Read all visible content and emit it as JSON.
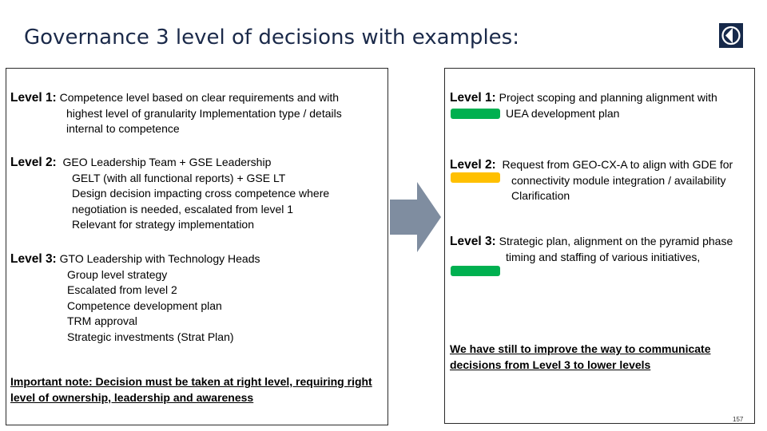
{
  "title": "Governance 3 level of decisions with examples:",
  "colors": {
    "title": "#1b2a4a",
    "logo_bg": "#16294a",
    "arrow": "#7f8da0",
    "green": "#00b050",
    "amber": "#ffc000"
  },
  "left": {
    "level1": {
      "label": "Level 1:",
      "lines": [
        "Competence level based on clear requirements and with",
        "highest level of granularity Implementation type / details",
        "internal to competence"
      ]
    },
    "level2": {
      "label": "Level 2:",
      "lines": [
        "GEO Leadership Team + GSE Leadership",
        "GELT (with all functional reports) + GSE LT",
        "Design decision impacting cross competence where",
        "negotiation is needed, escalated from level 1",
        "Relevant for strategy implementation"
      ]
    },
    "level3": {
      "label": "Level 3:",
      "lines": [
        "GTO Leadership with Technology Heads",
        "Group level strategy",
        "Escalated from level 2",
        "Competence development plan",
        "TRM approval",
        "Strategic investments (Strat Plan)"
      ]
    },
    "note": [
      "Important note: Decision must be taken at right level, requiring right",
      "level of ownership, leadership and awareness"
    ]
  },
  "right": {
    "level1": {
      "label": "Level 1:",
      "lines": [
        "Project scoping and planning alignment with",
        "UEA development plan"
      ],
      "status": "green"
    },
    "level2": {
      "label": "Level 2:",
      "lines": [
        "Request from GEO-CX-A to align with GDE for",
        "connectivity module integration / availability",
        "Clarification"
      ],
      "status": "amber"
    },
    "level3": {
      "label": "Level 3:",
      "lines": [
        "Strategic plan, alignment on the pyramid phase",
        "timing and staffing of various initiatives,"
      ],
      "status": "green"
    },
    "note": [
      "We have still to improve the way to communicate",
      "decisions from Level 3 to lower levels"
    ]
  },
  "page_number": "157"
}
